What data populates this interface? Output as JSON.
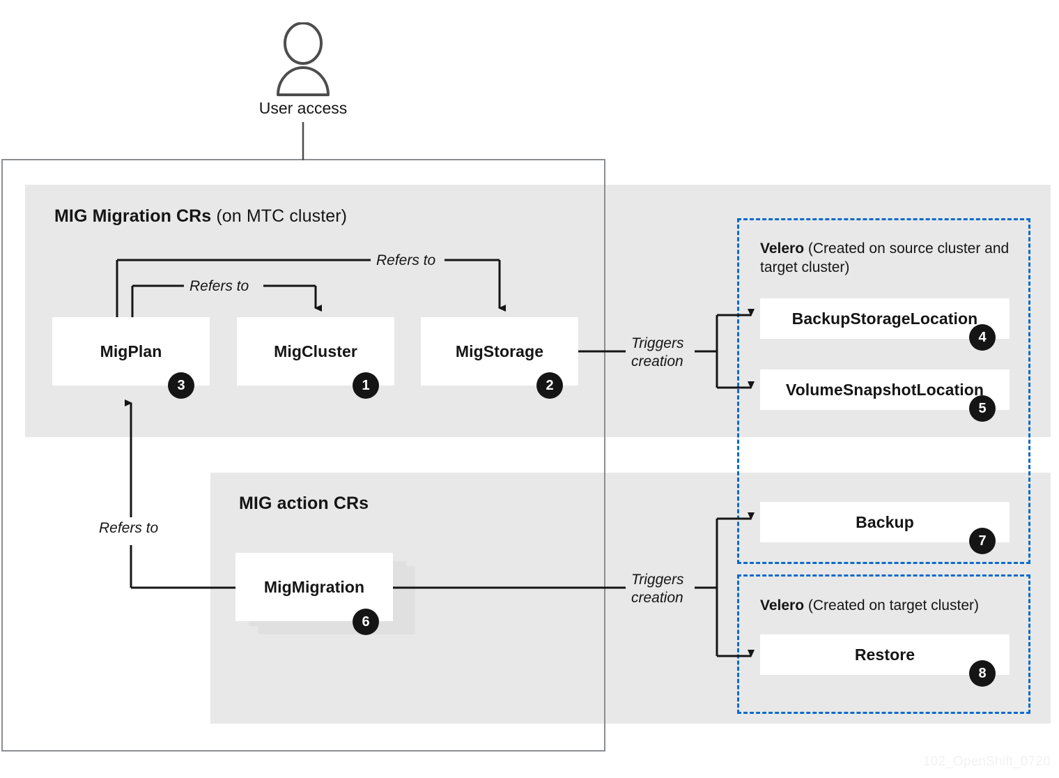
{
  "watermark": "102_OpenShift_0720",
  "user": {
    "icon": "user-person-icon",
    "label": "User access"
  },
  "panels": {
    "mig_migration_crs": {
      "title_bold": "MIG Migration CRs",
      "title_light": " (on MTC cluster)"
    },
    "mig_action_crs": {
      "title_bold": "MIG action CRs",
      "title_light": ""
    },
    "velero_source_target": {
      "title_bold": "Velero",
      "title_light": " (Created on source cluster and target cluster)"
    },
    "velero_target": {
      "title_bold": "Velero",
      "title_light": " (Created on target cluster)"
    }
  },
  "nodes": {
    "migplan": {
      "label": "MigPlan",
      "number": "3"
    },
    "migcluster": {
      "label": "MigCluster",
      "number": "1"
    },
    "migstorage": {
      "label": "MigStorage",
      "number": "2"
    },
    "migmigration": {
      "label": "MigMigration",
      "number": "6"
    },
    "backupstoragelocation": {
      "label": "BackupStorageLocation",
      "number": "4"
    },
    "volumesnapshotlocation": {
      "label": "VolumeSnapshotLocation",
      "number": "5"
    },
    "backup": {
      "label": "Backup",
      "number": "7"
    },
    "restore": {
      "label": "Restore",
      "number": "8"
    }
  },
  "edges": {
    "refers_to_cluster": "Refers to",
    "refers_to_storage": "Refers to",
    "refers_to_plan": "Refers to",
    "triggers_creation_storage_l1": "Triggers",
    "triggers_creation_storage_l2": "creation",
    "triggers_creation_migration_l1": "Triggers",
    "triggers_creation_migration_l2": "creation"
  },
  "colors": {
    "panel_gray": "#e8e8e8",
    "node_white": "#ffffff",
    "badge_black": "#151515",
    "dashed_blue": "#0b6bcb",
    "outer_border_gray": "#8a8d90",
    "stack_shadow_gray": "#e0e0e0",
    "watermark_gray": "#f2f2f2"
  }
}
